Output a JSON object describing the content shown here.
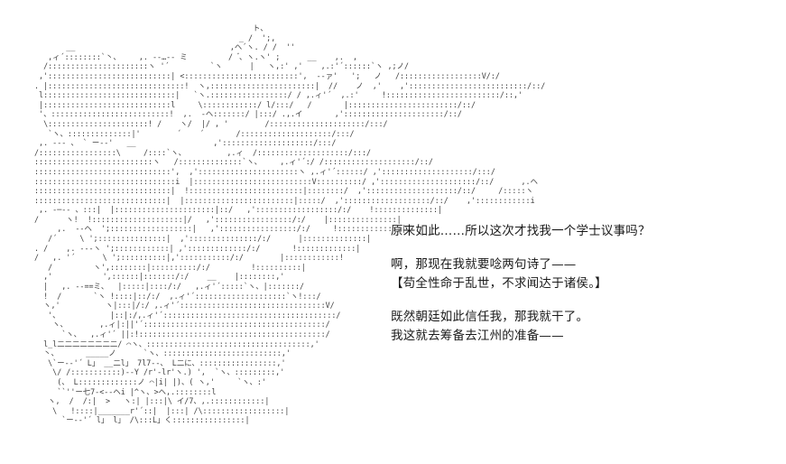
{
  "scene": {
    "background_color": "#ffffff",
    "art_color": "#404040",
    "text_color": "#1a1a1a"
  },
  "ascii_art": {
    "name": "character-portrait-ascii-art",
    "content": "                                                ト、\n                                             _ /  ';,\n       __                                  ,ヘ´ヽ. / /  ''\n   ,ィ´::::::::`丶、    ,. -‐…‐- ミ         /  ゙、ヽ.ヽ' ;      __    ,.  ,\n  /::::::::::::::::::::::ヽ '´         `ヽ      |   ヽ,:' ,'    ,.:'´::::::`ヽ ,;ノ/\n ,':::::::::::::::::::::::::::| <:::::::::::::::::::::::::',  -‐ァ'   ';   ノ   /::::::::::::::::::V/:/\n. |::::::::::::::::::::::::::::::!  ヽ,:::::::::::::::::::::::|  //    ノ  ,'    ,'::::::::::::::::::::::::::/::/\n l:::::::::::::::::::::::::::::|   `ヽ.:::::::::::::::::/ / ,.ィ'´  ,.:'     !:::::::::::::::::::::::::/::,'\n |::::::::::::::::::::::::::::l     \\::::::::::::/ l/:::/   /       |::::::::::::::::::::::::/::/\n '、::::::::::::::::::::::::::!  ,.  -ヘ:::::::/ |:::/ .,.イ       ,'::::::::::::::::::::::/::/\n  \\::::::::::::::::::::::! /    ヽ/  |/ , '        /:::::::::::::::::::::/:::/\n   `ヽ、::::::::::::::|'        ´    ´       /::::::::::::::::::::/:::/\n ,. -‐- 、 ` ー-‐'   __                 ,'::::::::::::::::::::/:::/\n/:::::::::::::::::\\     /::::`ヽ、         ,.ィ  /::::::::::::::::::::/:::/\n::::::::::::::::::::::::::ヽ   /::::::::::::::`ヽ、    ,.ィ'´:/ /::::::::::::::::::::/::/\n::::::::::::::::::::::::::::::',  ,'::::::::::::::::::::::ヽ ,.ィ'´::::::/ ,'::::::::::::::::::::/:::/\n:::::::::::::::::::::::::::::::i  |::::::::::::::::::::::::::V::::::::::/ ,':::::::::::::::::::::/::/      ,.ヘ\n::::::::::::::::::::::::::::::|  !:::::::::::::::::::::::::|::::::::/  ,'::::::::::::::::::::/::/     /:::::ヽ\n:::::::::::::::::::::::::::::|  |::::::::::::::::::::::::|:::::/  ,':::::::::::::::::::/::/    ,'::::::::::::i\n ,. -─‐- 、:::|  |::::::::::::::::::::::|::/   ,'::::::::::::::::::/:/    !::::::::::::::|\n/      ヽ!  !::::::::::::::::::::|/   ,':::::::::::::::::/:/    |:::::::::::::::|\n     ,.  -‐ヘ  ';::::::::::::::::::|   ,':::::::::::::::::/:/     !::::::::::::::|\n   /´     \\ ';:::::::::::::::|  ,':::::::::::::::/:/      |::::::::::::::|\n. /    ,. -‐-ヽ ';::::::::::::| ,':::::::::::::/:/       !:::::::::::::|\n/   ,. '´      \\ ';::::::::::|,':::::::::::/:/        |::::::::::::!\n   /         ヽ',::::::::|::::::::::/:/         !::::::::::|\n  ,'           ',::::::|:::::::/:/    __    |::::::::,'\n  |   ,. -‐==ミ、  |:::::|::::/:/   ,.ィ'´:::::`ヽ、|:::::::/\n  !  /       `ヽ !::::|::/:/  ,.ィ'´::::::::::::::::::::`ヽ!:::/\n  ヽ,'          ヽ|:::|/:/ ,.ィ'´::::::::::::::::::::::::::::::::V/\n   '、           |::|:/,.ィ'´::::::::::::::::::::::::::::::::::::::/\n    ヽ、       ,.ィ|:||'´::::::::::::::::::::::::::::::::::::::::/\n      `ヽ、  ,.ィ'´ ||:!:::::::::::::::::::::::::::::::::::::::::/\n  l_l二二二二二二二二/ ⌒ヽ、::::::::::::::::::::::::::::::::::::,'\n  丶、      _____ノ      `ヽ、::::::::::::::::::::::::::,'\n   \\`ー‐‐'´ L」 __二l」 7l7‐‐、 L二に、:::::::::::::::::,'\n    \\/ /:::::::::::)‐‐Y /r'‐lr'ヽ.) ',  `ヽ、:::::::::,'\n     (、 L:::::::::::::ノ ⌒|i| |)、( ヽ,'     `ヽ、:'\n     ``''ー七7‐<‐‐ヘi |^ヽ、>ヘ,.::::::::l\n   ヽ,  /  /:|  >   ヽ:| |:::|\\ イ/7、,.::::::::::::|\n    \\   !::::|_______r'´::|  |:::| /\\::::::::::::::::::|\n      `ー‐‐'´ l」 l」 /\\:::L」く::::::::::::::::|"
  },
  "dialogue": {
    "name": "dialogue-text",
    "blocks": [
      {
        "id": "block-1",
        "lines": [
          "原来如此……所以这次才找我一个学士议事吗？"
        ]
      },
      {
        "id": "block-2",
        "lines": [
          "啊，那现在我就要唸两句诗了——",
          "【苟全性命于乱世，不求闻达于诸侯。】"
        ]
      },
      {
        "id": "block-3",
        "lines": [
          "既然朝廷如此信任我，那我就干了。",
          "我这就去筹备去江州的准备——"
        ]
      }
    ]
  }
}
